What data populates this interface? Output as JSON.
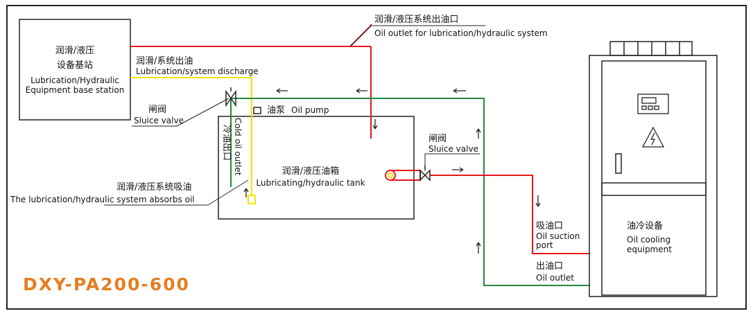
{
  "model": {
    "text": "DXY-PA200-600",
    "color": "#e67e22"
  },
  "colors": {
    "red": "#e8141d",
    "yellow": "#f2e400",
    "green": "#1f8a3e",
    "black": "#222222"
  },
  "base_station": {
    "cn1": "润滑/液压",
    "cn2": "设备基站",
    "en1": "Lubrication/Hydraulic",
    "en2": "Equipment base station"
  },
  "outlet_system": {
    "cn": "润滑/液压系统出油口",
    "en": "Oil outlet for lubrication/hydraulic system"
  },
  "discharge": {
    "cn": "润滑/系统出油",
    "en": "Lubrication/system discharge"
  },
  "sluice_left": {
    "cn": "闸阀",
    "en": "Sluice valve"
  },
  "oil_pump": {
    "cn": "油泵",
    "en": "Oil pump"
  },
  "cold_outlet": {
    "en": "Cold oil outlet",
    "cn": "冷油出口"
  },
  "tank": {
    "cn": "润滑/液压油箱",
    "en": "Lubricating/hydraulic tank"
  },
  "absorbs": {
    "cn": "润滑/液压系统吸油",
    "en": "The lubrication/hydraulic system absorbs oil"
  },
  "sluice_right": {
    "cn": "闸阀",
    "en": "Sluice valve"
  },
  "suction": {
    "cn": "吸油口",
    "en1": "Oil suction",
    "en2": "port"
  },
  "outlet": {
    "cn": "出油口",
    "en": "Oil outlet"
  },
  "cooling": {
    "cn": "油冷设备",
    "en1": "Oil cooling",
    "en2": "equipment"
  },
  "icons": [
    "control-panel-icon",
    "high-voltage-warning-icon",
    "valve-icon",
    "oil-pump-icon",
    "flow-arrow-icon"
  ]
}
